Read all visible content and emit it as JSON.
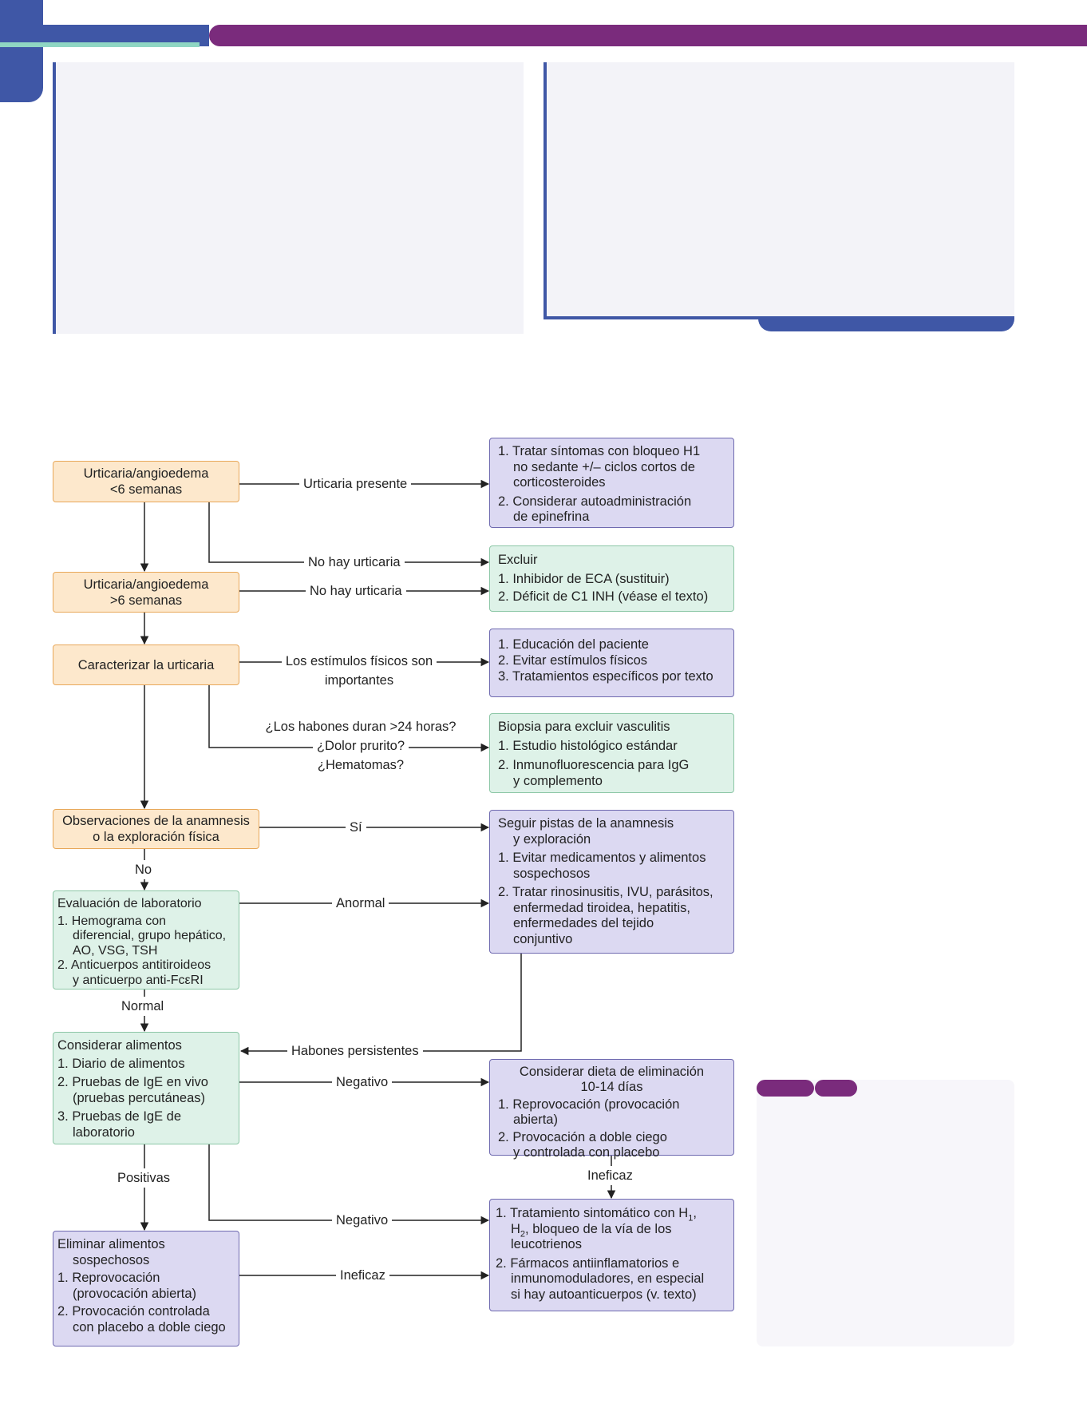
{
  "colors": {
    "header_blue": "#3f57a6",
    "header_purple": "#7a2b7c",
    "header_teal": "#8fd6c3",
    "panel_bg": "#f3f3f8",
    "orange_fill": "#fde8cc",
    "green_fill": "#def2e8",
    "purple_fill": "#dcd9f2"
  },
  "flow": {
    "boxes": {
      "urt_lt6": [
        "Urticaria/angioedema",
        "<6 semanas"
      ],
      "urt_gt6": [
        "Urticaria/angioedema",
        ">6 semanas"
      ],
      "caracterizar": [
        "Caracterizar la urticaria"
      ],
      "observaciones": [
        "Observaciones de la anamnesis",
        "o la exploración física"
      ],
      "laboratorio": [
        "Evaluación de laboratorio",
        "1. Hemograma con",
        "diferencial, grupo hepático,",
        "AO, VSG, TSH",
        "2. Anticuerpos antitiroideos",
        "y anticuerpo anti-FcεRI"
      ],
      "alimentos": [
        "Considerar alimentos",
        "1. Diario de alimentos",
        "2. Pruebas de IgE en vivo",
        "(pruebas percutáneas)",
        "3. Pruebas de IgE de",
        "laboratorio"
      ],
      "eliminar": [
        "Eliminar alimentos",
        "sospechosos",
        "1. Reprovocación",
        "(provocación abierta)",
        "2. Provocación controlada",
        "con placebo a doble ciego"
      ],
      "tratar": [
        "1. Tratar síntomas con bloqueo H1",
        "no sedante +/– ciclos cortos de",
        "corticosteroides",
        "2. Considerar autoadministración",
        "de epinefrina"
      ],
      "excluir": [
        "Excluir",
        "1. Inhibidor de ECA (sustituir)",
        "2. Déficit de C1 INH (véase el texto)"
      ],
      "educacion": [
        "1. Educación del paciente",
        "2. Evitar estímulos físicos",
        "3. Tratamientos específicos por texto"
      ],
      "biopsia": [
        "Biopsia para excluir vasculitis",
        "1. Estudio histológico estándar",
        "2. Inmunofluorescencia para IgG",
        "y complemento"
      ],
      "seguir": [
        "Seguir pistas de la anamnesis",
        "y exploración",
        "1. Evitar medicamentos y alimentos",
        "sospechosos",
        "2. Tratar rinosinusitis, IVU, parásitos,",
        "enfermedad tiroidea, hepatitis,",
        "enfermedades del tejido",
        "conjuntivo"
      ],
      "dieta": [
        "Considerar dieta de eliminación",
        "10-14 días",
        "1. Reprovocación (provocación",
        "abierta)",
        "2. Provocación a doble ciego",
        "y controlada con placebo"
      ],
      "tratamiento": [
        "1. Tratamiento sintomático con H",
        "1",
        ",",
        "H",
        "2",
        ", bloqueo de la vía de los",
        "leucotrienos",
        "2. Fármacos antiinflamatorios e",
        "inmunomoduladores, en especial",
        "si hay autoanticuerpos (v. texto)"
      ]
    },
    "labels": {
      "urticaria_presente": "Urticaria presente",
      "no_hay_1": "No hay urticaria",
      "no_hay_2": "No hay urticaria",
      "estimulos": [
        "Los estímulos físicos son",
        "importantes"
      ],
      "habones": [
        "¿Los habones duran >24 horas?",
        "¿Dolor prurito?",
        "¿Hematomas?"
      ],
      "si": "Sí",
      "no": "No",
      "anormal": "Anormal",
      "normal": "Normal",
      "persistentes": "Habones persistentes",
      "negativo_1": "Negativo",
      "positivas": "Positivas",
      "negativo_2": "Negativo",
      "ineficaz_1": "Ineficaz",
      "ineficaz_2": "Ineficaz"
    }
  }
}
